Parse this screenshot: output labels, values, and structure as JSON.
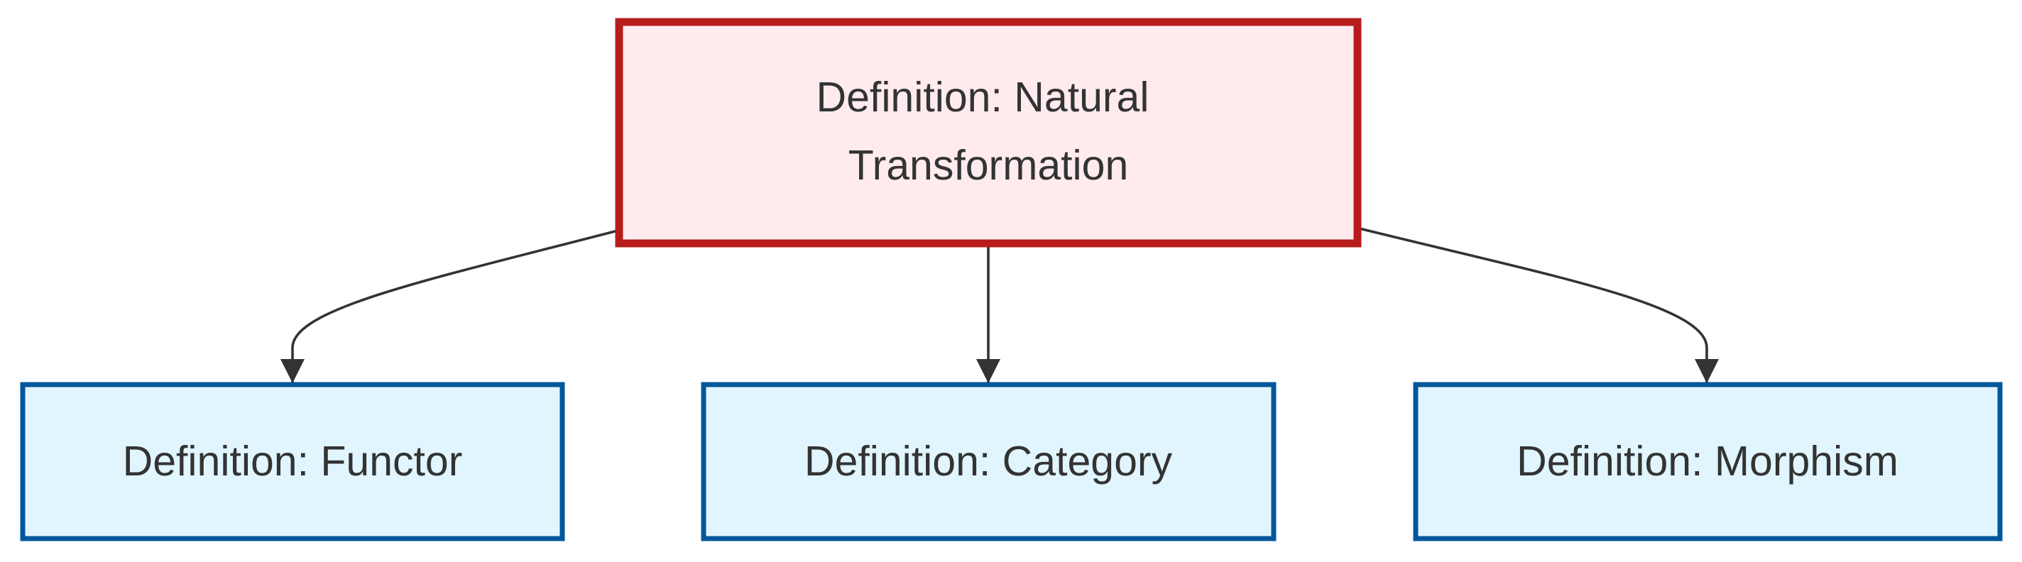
{
  "colors": {
    "root_fill": "#ffebee",
    "root_stroke": "#b71c1c",
    "child_fill": "#e1f5fe",
    "child_stroke": "#01579b",
    "edge": "#333333",
    "text": "#333333"
  },
  "nodes": {
    "root": {
      "label_line1": "Definition: Natural",
      "label_line2": "Transformation"
    },
    "functor": {
      "label": "Definition: Functor"
    },
    "category": {
      "label": "Definition: Category"
    },
    "morphism": {
      "label": "Definition: Morphism"
    }
  },
  "edges": [
    {
      "from": "root",
      "to": "functor"
    },
    {
      "from": "root",
      "to": "category"
    },
    {
      "from": "root",
      "to": "morphism"
    }
  ]
}
